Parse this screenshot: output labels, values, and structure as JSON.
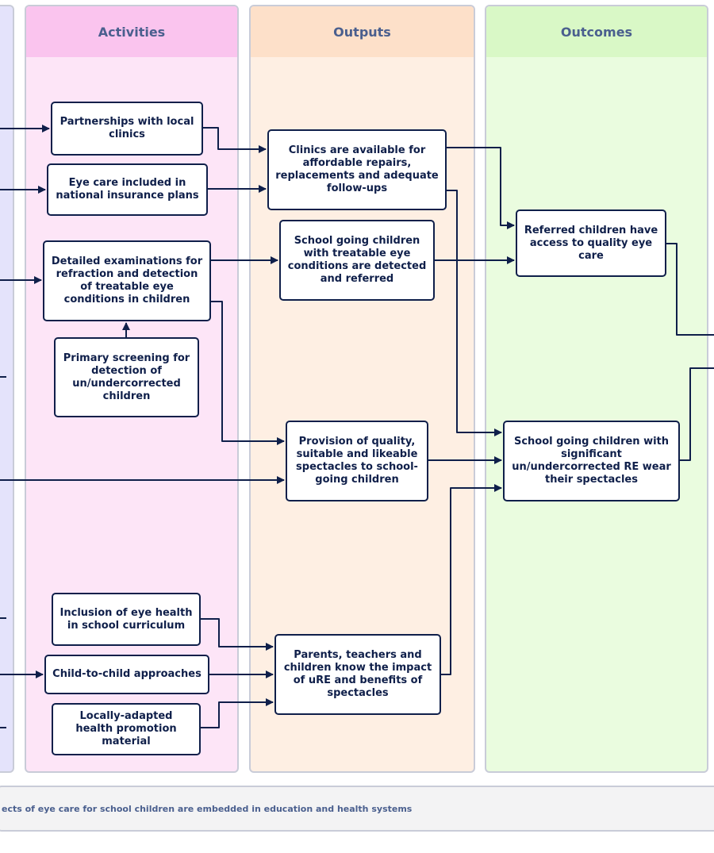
{
  "colors": {
    "inputs_bg": "#e4e3fb",
    "activities_bg": "#fde5f7",
    "activities_head": "#fac4ee",
    "outputs_bg": "#feefe3",
    "outputs_head": "#fde0c9",
    "outcomes_bg": "#eafcdf",
    "outcomes_head": "#d9f8c6",
    "line": "#0f1f4a"
  },
  "columns": {
    "activities": "Activities",
    "outputs": "Outputs",
    "outcomes": "Outcomes"
  },
  "nodes": {
    "a1": "Partnerships with local clinics",
    "a2": "Eye care included in national insurance plans",
    "a3": "Detailed examinations for refraction and detection of treatable eye conditions in children",
    "a4": "Primary screening for detection of un/undercorrected children",
    "a5": "Inclusion of eye health in school curriculum",
    "a6": "Child-to-child approaches",
    "a7": "Locally-adapted health promotion material",
    "o1": "Clinics are available for affordable repairs, replacements and adequate follow-ups",
    "o2": "School going children with treatable eye conditions are detected and referred",
    "o3": "Provision of quality, suitable and likeable spectacles to school-going children",
    "o4": "Parents, teachers and children know the impact of uRE and benefits of spectacles",
    "c1": "Referred children have access to quality eye care",
    "c2": "School going children with significant un/undercorrected RE wear their spectacles"
  },
  "footer": "ects of eye care for school children are embedded in education and health systems"
}
